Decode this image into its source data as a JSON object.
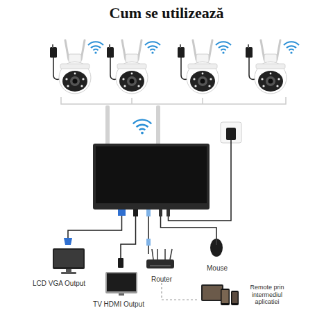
{
  "diagram": {
    "title": "Cum se utilizează",
    "nodes": [
      {
        "text": [
          "LCD VGA Output"
        ]
      },
      {
        "text": [
          "TV HDMI Output"
        ]
      },
      {
        "text": [
          "Router"
        ]
      },
      {
        "text": [
          "Mouse"
        ]
      },
      {
        "text": [
          "Remote prin intermediul aplicatiei"
        ]
      }
    ],
    "edges": [
      {
        "from": 2,
        "to": 4,
        "arrow": "none"
      }
    ]
  }
}
